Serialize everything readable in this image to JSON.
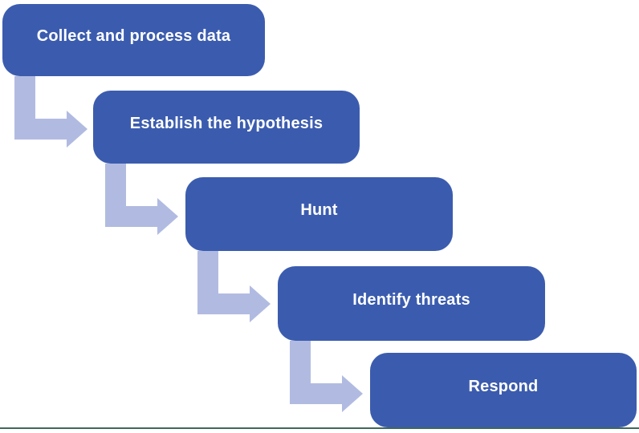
{
  "diagram": {
    "type": "stepped-process-flow",
    "steps": [
      {
        "label": "Collect and process data"
      },
      {
        "label": "Establish the hypothesis"
      },
      {
        "label": "Hunt"
      },
      {
        "label": "Identify threats"
      },
      {
        "label": "Respond"
      }
    ],
    "colors": {
      "box_fill": "#3B5CAE",
      "arrow_fill": "#B1BBE1",
      "label_text": "#FFFFFF",
      "bottom_rule": "#41675A",
      "background": "#FFFFFF"
    }
  }
}
